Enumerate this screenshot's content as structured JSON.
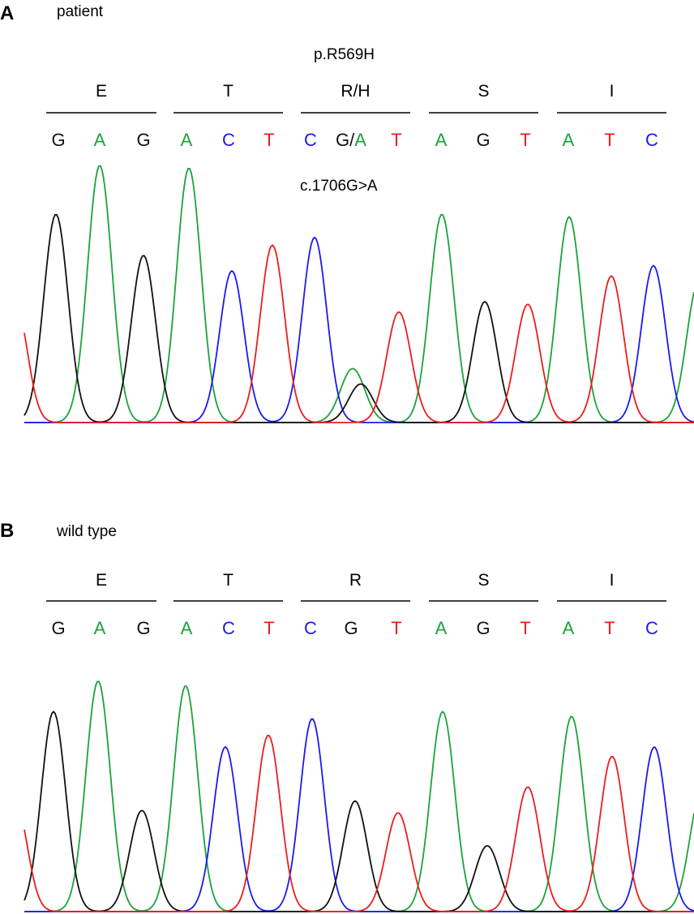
{
  "colors": {
    "A": "#1aa33a",
    "C": "#1a1af0",
    "G": "#111111",
    "T": "#ee1c1c"
  },
  "panels": [
    {
      "id": "A",
      "label": "A",
      "title": "patient",
      "protein_change": "p.R569H",
      "dna_change": "c.1706G>A",
      "codons": [
        "E",
        "T",
        "R/H",
        "S",
        "I"
      ],
      "bases": [
        [
          "G"
        ],
        [
          "A"
        ],
        [
          "G"
        ],
        [
          "A"
        ],
        [
          "C"
        ],
        [
          "T"
        ],
        [
          "C"
        ],
        [
          "G/",
          "A"
        ],
        [
          "T"
        ],
        [
          "A"
        ],
        [
          "G"
        ],
        [
          "T"
        ],
        [
          "A"
        ],
        [
          "T"
        ],
        [
          "C"
        ]
      ],
      "peaks": [
        {
          "base": "G",
          "height": 0.81
        },
        {
          "base": "A",
          "height": 1.0
        },
        {
          "base": "G",
          "height": 0.65
        },
        {
          "base": "A",
          "height": 0.99
        },
        {
          "base": "C",
          "height": 0.59
        },
        {
          "base": "T",
          "height": 0.69
        },
        {
          "base": "C",
          "height": 0.72
        },
        {
          "base": "A",
          "height": 0.21
        },
        {
          "base": "G",
          "height": 0.15
        },
        {
          "base": "T",
          "height": 0.43
        },
        {
          "base": "A",
          "height": 0.81
        },
        {
          "base": "G",
          "height": 0.47
        },
        {
          "base": "T",
          "height": 0.46
        },
        {
          "base": "A",
          "height": 0.8
        },
        {
          "base": "T",
          "height": 0.57
        },
        {
          "base": "C",
          "height": 0.61
        }
      ]
    },
    {
      "id": "B",
      "label": "B",
      "title": "wild type",
      "codons": [
        "E",
        "T",
        "R",
        "S",
        "I"
      ],
      "bases": [
        [
          "G"
        ],
        [
          "A"
        ],
        [
          "G"
        ],
        [
          "A"
        ],
        [
          "C"
        ],
        [
          "T"
        ],
        [
          "C"
        ],
        [
          "G"
        ],
        [
          "T"
        ],
        [
          "A"
        ],
        [
          "G"
        ],
        [
          "T"
        ],
        [
          "A"
        ],
        [
          "T"
        ],
        [
          "C"
        ]
      ],
      "peaks": [
        {
          "base": "G",
          "height": 0.85
        },
        {
          "base": "A",
          "height": 0.98
        },
        {
          "base": "G",
          "height": 0.43
        },
        {
          "base": "A",
          "height": 0.96
        },
        {
          "base": "C",
          "height": 0.7
        },
        {
          "base": "T",
          "height": 0.75
        },
        {
          "base": "C",
          "height": 0.82
        },
        {
          "base": "G",
          "height": 0.47
        },
        {
          "base": "T",
          "height": 0.42
        },
        {
          "base": "A",
          "height": 0.85
        },
        {
          "base": "G",
          "height": 0.28
        },
        {
          "base": "T",
          "height": 0.53
        },
        {
          "base": "A",
          "height": 0.83
        },
        {
          "base": "T",
          "height": 0.66
        },
        {
          "base": "C",
          "height": 0.7
        }
      ]
    }
  ]
}
